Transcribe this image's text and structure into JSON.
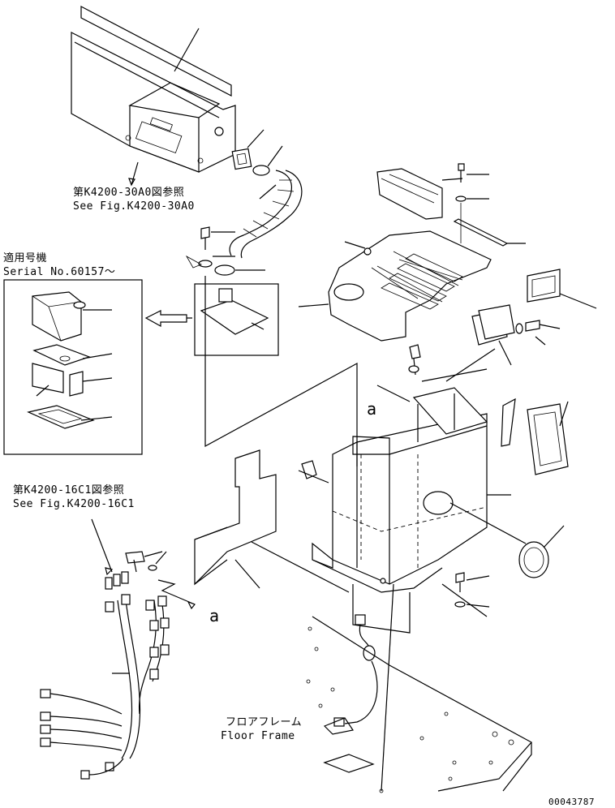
{
  "refs": {
    "top_ref_jp": "第K4200-30A0図参照",
    "top_ref_en": "See Fig.K4200-30A0",
    "serial_jp": "適用号機",
    "serial_en": "Serial No.60157～",
    "left_ref_jp": "第K4200-16C1図参照",
    "left_ref_en": "See Fig.K4200-16C1",
    "floor_jp": "フロアフレーム",
    "floor_en": "Floor Frame",
    "marker_a_top": "a",
    "marker_a_left": "a",
    "doc_number": "00043787"
  }
}
